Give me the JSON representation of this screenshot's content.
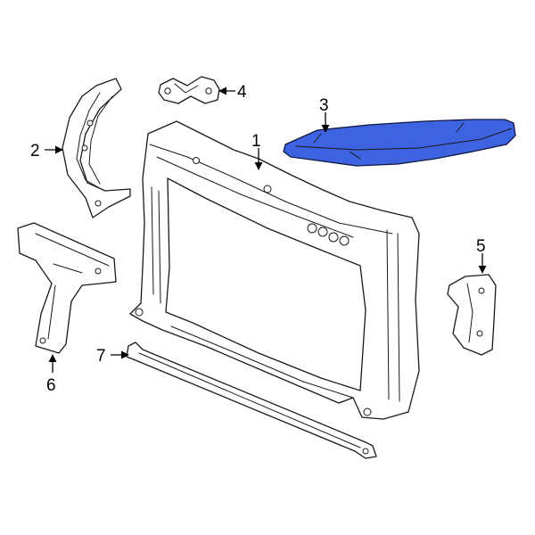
{
  "diagram": {
    "highlight_color": "#3d63e0",
    "callouts": [
      {
        "id": "1",
        "label": "1"
      },
      {
        "id": "2",
        "label": "2"
      },
      {
        "id": "3",
        "label": "3"
      },
      {
        "id": "4",
        "label": "4"
      },
      {
        "id": "5",
        "label": "5"
      },
      {
        "id": "6",
        "label": "6"
      },
      {
        "id": "7",
        "label": "7"
      }
    ]
  }
}
